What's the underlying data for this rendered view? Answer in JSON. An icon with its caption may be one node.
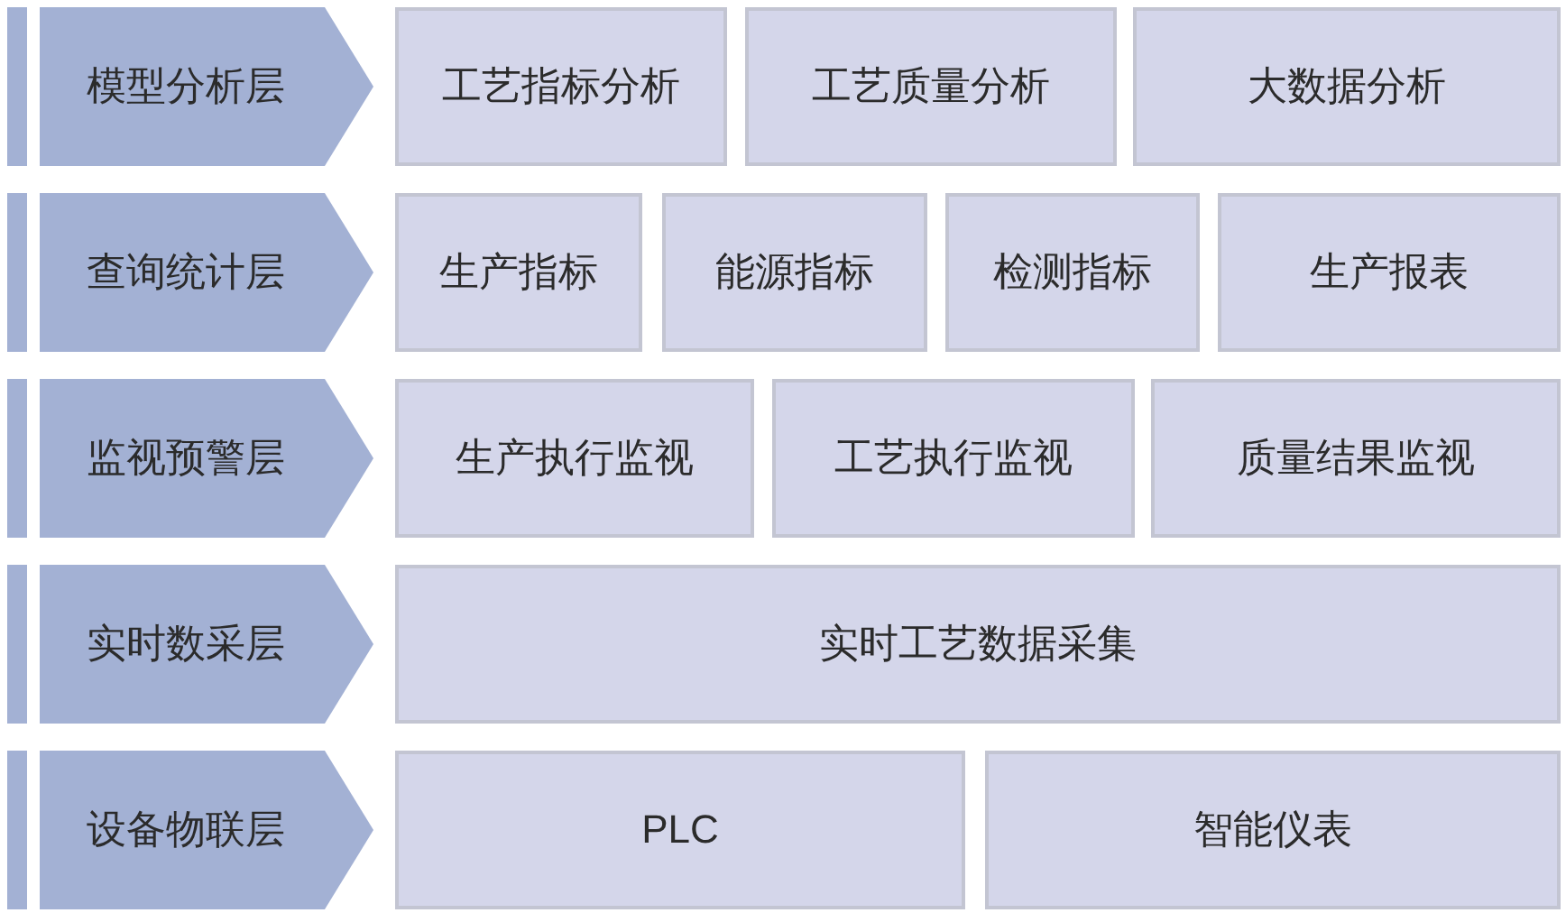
{
  "diagram": {
    "nodes": [
      {
        "text": [
          "模型分析层"
        ]
      },
      {
        "text": [
          "工艺指标分析"
        ]
      },
      {
        "text": [
          "工艺质量分析"
        ]
      },
      {
        "text": [
          "大数据分析"
        ]
      },
      {
        "text": [
          "查询统计层"
        ]
      },
      {
        "text": [
          "生产指标"
        ]
      },
      {
        "text": [
          "能源指标"
        ]
      },
      {
        "text": [
          "检测指标"
        ]
      },
      {
        "text": [
          "生产报表"
        ]
      },
      {
        "text": [
          "监视预警层"
        ]
      },
      {
        "text": [
          "生产执行监视"
        ]
      },
      {
        "text": [
          "工艺执行监视"
        ]
      },
      {
        "text": [
          "质量结果监视"
        ]
      },
      {
        "text": [
          "实时数采层"
        ]
      },
      {
        "text": [
          "实时工艺数据采集"
        ]
      },
      {
        "text": [
          "设备物联层"
        ]
      },
      {
        "text": [
          "PLC"
        ]
      },
      {
        "text": [
          "智能仪表"
        ]
      }
    ]
  }
}
